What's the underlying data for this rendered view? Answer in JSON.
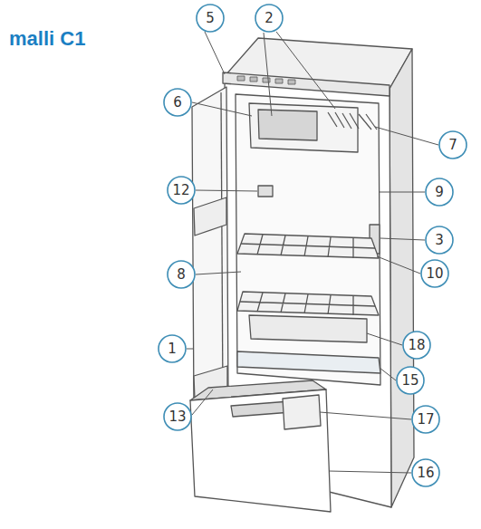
{
  "diagram": {
    "title": "malli C1",
    "nodes": [
      {
        "text": [
          "5"
        ]
      },
      {
        "text": [
          "2"
        ]
      },
      {
        "text": [
          "6"
        ]
      },
      {
        "text": [
          "7"
        ]
      },
      {
        "text": [
          "12"
        ]
      },
      {
        "text": [
          "9"
        ]
      },
      {
        "text": [
          "3"
        ]
      },
      {
        "text": [
          "8"
        ]
      },
      {
        "text": [
          "10"
        ]
      },
      {
        "text": [
          "1"
        ]
      },
      {
        "text": [
          "18"
        ]
      },
      {
        "text": [
          "15"
        ]
      },
      {
        "text": [
          "13"
        ]
      },
      {
        "text": [
          "17"
        ]
      },
      {
        "text": [
          "16"
        ]
      }
    ]
  }
}
